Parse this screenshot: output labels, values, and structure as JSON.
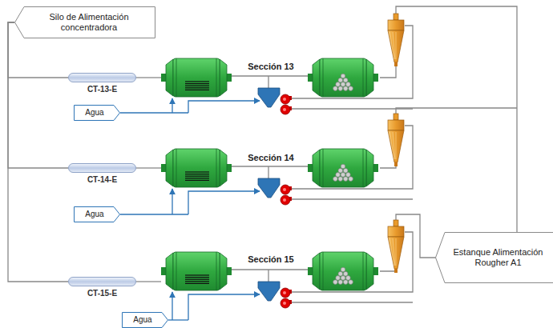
{
  "diagram": {
    "nodes": [
      {
        "text": [
          "Silo de Alimentación concentradora"
        ]
      },
      {
        "text": [
          "CT-13-E"
        ]
      },
      {
        "text": [
          "Agua"
        ]
      },
      {
        "text": [
          "CT-14-E"
        ]
      },
      {
        "text": [
          "Agua"
        ]
      },
      {
        "text": [
          "CT-15-E"
        ]
      },
      {
        "text": [
          "Agua"
        ]
      },
      {
        "text": [
          "Estanque Alimentación Rougher A1"
        ]
      }
    ],
    "edges": [
      {
        "from": 0,
        "to": 1,
        "arrow": "none"
      },
      {
        "from": 0,
        "to": 3,
        "arrow": "none"
      },
      {
        "from": 0,
        "to": 5,
        "arrow": "none"
      }
    ],
    "labels": [
      "Sección 13",
      "Sección 14",
      "Sección 15"
    ]
  }
}
